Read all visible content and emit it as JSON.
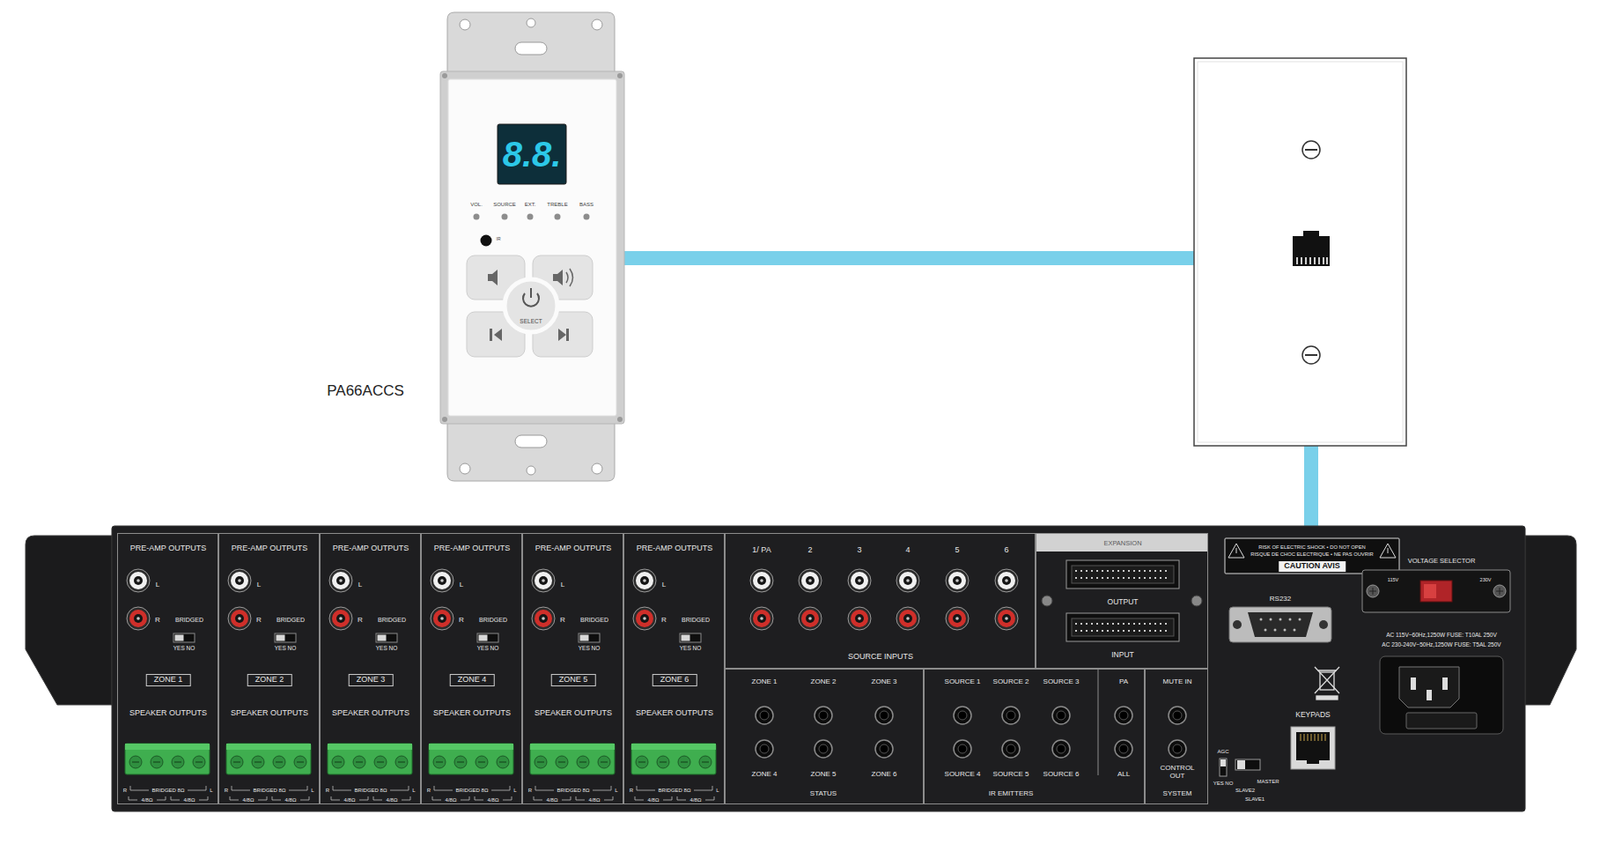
{
  "diagram": {
    "nodes": [
      {
        "text": [
          "PA66ACCS",
          "8.8.",
          "VOL.",
          "SOURCE",
          "EXT.",
          "TREBLE",
          "BASS",
          "IR",
          "SELECT"
        ]
      },
      {
        "text": [
          "RISK OF ELECTRIC SHOCK • DO NOT OPEN",
          "RISQUE DE CHOC ELECTRIQUE • NE PAS OUVRIR",
          "CAUTION AVIS",
          "VOLTAGE SELECTOR",
          "115V",
          "230V",
          "AC 115V~60Hz,1250W FUSE: T10AL 250V",
          "AC 230-240V~50Hz,1250W FUSE: T5AL 250V",
          "RS232",
          "AGC",
          "YES NO",
          "SLAVE2",
          "SLAVE1",
          "MASTER"
        ]
      },
      {
        "text": [
          "PRE-AMP OUTPUTS",
          "L",
          "R",
          "BRIDGED",
          "YES NO",
          "ZONE 1",
          "SPEAKER OUTPUTS",
          "R",
          "BRIDGED 8Ω",
          "L",
          "4/8Ω",
          "4/8Ω"
        ],
        "in": 1
      },
      {
        "text": [
          "PRE-AMP OUTPUTS",
          "L",
          "R",
          "BRIDGED",
          "YES NO",
          "ZONE 2",
          "SPEAKER OUTPUTS",
          "R",
          "BRIDGED 8Ω",
          "L",
          "4/8Ω",
          "4/8Ω"
        ],
        "in": 1
      },
      {
        "text": [
          "PRE-AMP OUTPUTS",
          "L",
          "R",
          "BRIDGED",
          "YES NO",
          "ZONE 3",
          "SPEAKER OUTPUTS",
          "R",
          "BRIDGED 8Ω",
          "L",
          "4/8Ω",
          "4/8Ω"
        ],
        "in": 1
      },
      {
        "text": [
          "PRE-AMP OUTPUTS",
          "L",
          "R",
          "BRIDGED",
          "YES NO",
          "ZONE 4",
          "SPEAKER OUTPUTS",
          "R",
          "BRIDGED 8Ω",
          "L",
          "4/8Ω",
          "4/8Ω"
        ],
        "in": 1
      },
      {
        "text": [
          "PRE-AMP OUTPUTS",
          "L",
          "R",
          "BRIDGED",
          "YES NO",
          "ZONE 5",
          "SPEAKER OUTPUTS",
          "R",
          "BRIDGED 8Ω",
          "L",
          "4/8Ω",
          "4/8Ω"
        ],
        "in": 1
      },
      {
        "text": [
          "PRE-AMP OUTPUTS",
          "L",
          "R",
          "BRIDGED",
          "YES NO",
          "ZONE 6",
          "SPEAKER OUTPUTS",
          "R",
          "BRIDGED 8Ω",
          "L",
          "4/8Ω",
          "4/8Ω"
        ],
        "in": 1
      },
      {
        "text": [
          "1/ PA",
          "2",
          "3",
          "4",
          "5",
          "6",
          "SOURCE INPUTS"
        ],
        "in": 1
      },
      {
        "text": [
          "EXPANSION",
          "OUTPUT",
          "INPUT"
        ],
        "in": 1
      },
      {
        "text": [
          "ZONE 1",
          "ZONE 2",
          "ZONE 3",
          "ZONE 4",
          "ZONE 5",
          "ZONE 6",
          "STATUS"
        ],
        "in": 1
      },
      {
        "text": [
          "SOURCE 1",
          "SOURCE 2",
          "SOURCE 3",
          "PA",
          "SOURCE 4",
          "SOURCE 5",
          "SOURCE 6",
          "ALL",
          "IR EMITTERS"
        ],
        "in": 1
      },
      {
        "text": [
          "MUTE IN",
          "CONTROL OUT",
          "SYSTEM"
        ],
        "in": 1
      },
      {
        "text": [
          "KEYPADS"
        ],
        "in": 1
      }
    ],
    "edges": [
      {
        "from": 0,
        "to": 13,
        "arrow": "none"
      }
    ]
  }
}
